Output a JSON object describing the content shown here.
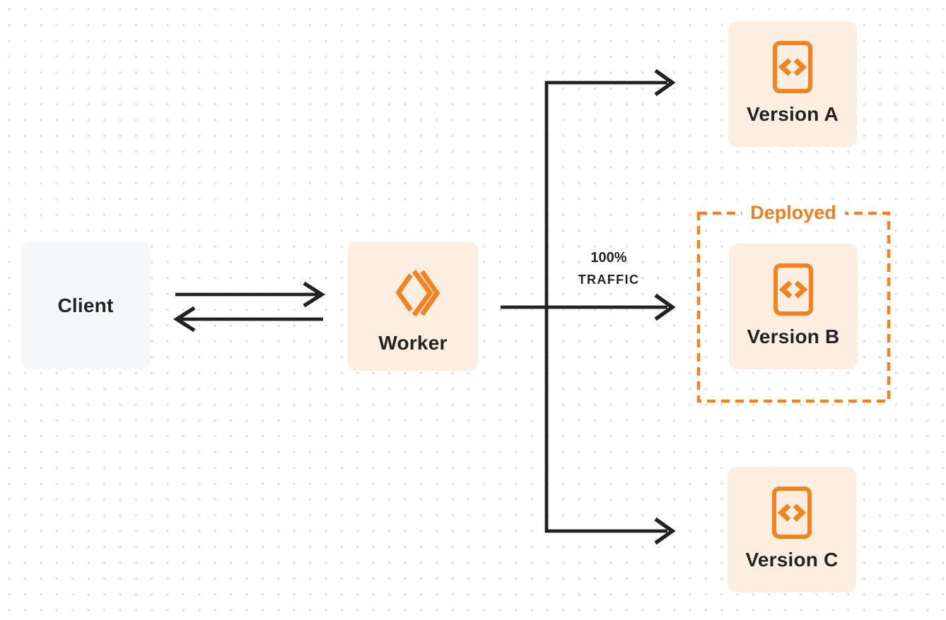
{
  "diagram": {
    "nodes": {
      "client": {
        "label": "Client"
      },
      "worker": {
        "label": "Worker"
      },
      "version_a": {
        "label": "Version A"
      },
      "version_b": {
        "label": "Version B"
      },
      "version_c": {
        "label": "Version C"
      }
    },
    "annotations": {
      "deployed_label": "Deployed",
      "traffic_line1": "100%",
      "traffic_line2": "TRAFFIC"
    },
    "icons": {
      "worker_icon": "cloudflare-workers-icon",
      "version_icon": "code-file-icon"
    },
    "colors": {
      "accent_orange": "#F6821F",
      "deployed_text_orange": "#EF7F1D",
      "node_bg_cream": "#FCEFE2",
      "client_bg_gray": "#F6F7F8",
      "line_dark": "#222222",
      "dot_grid_gray": "#E3E3E3",
      "page_bg": "#FFFFFF"
    }
  }
}
